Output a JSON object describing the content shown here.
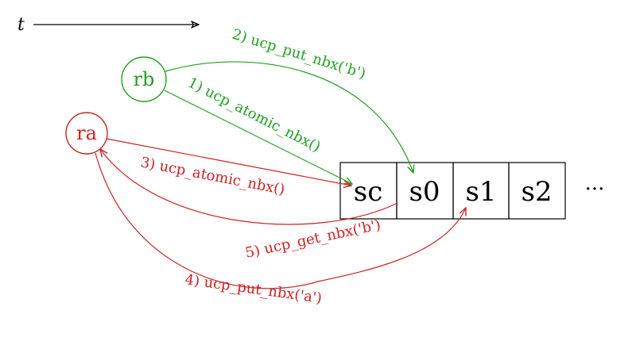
{
  "time_axis": {
    "label": "t"
  },
  "nodes": {
    "rb": {
      "label": "rb",
      "color": "#22a022"
    },
    "ra": {
      "label": "ra",
      "color": "#cc2222"
    }
  },
  "cells": [
    "sc",
    "s0",
    "s1",
    "s2"
  ],
  "ellipsis": "···",
  "arrows": {
    "atomic_rb": {
      "label": "1) ucp_atomic_nbx()",
      "color": "#22a022"
    },
    "put_rb": {
      "label": "2) ucp_put_nbx('b')",
      "color": "#22a022"
    },
    "atomic_ra": {
      "label": "3) ucp_atomic_nbx()",
      "color": "#cc2222"
    },
    "put_ra": {
      "label": "4) ucp_put_nbx('a')",
      "color": "#cc2222"
    },
    "get_ra": {
      "label": "5) ucp_get_nbx('b')",
      "color": "#cc2222"
    }
  }
}
